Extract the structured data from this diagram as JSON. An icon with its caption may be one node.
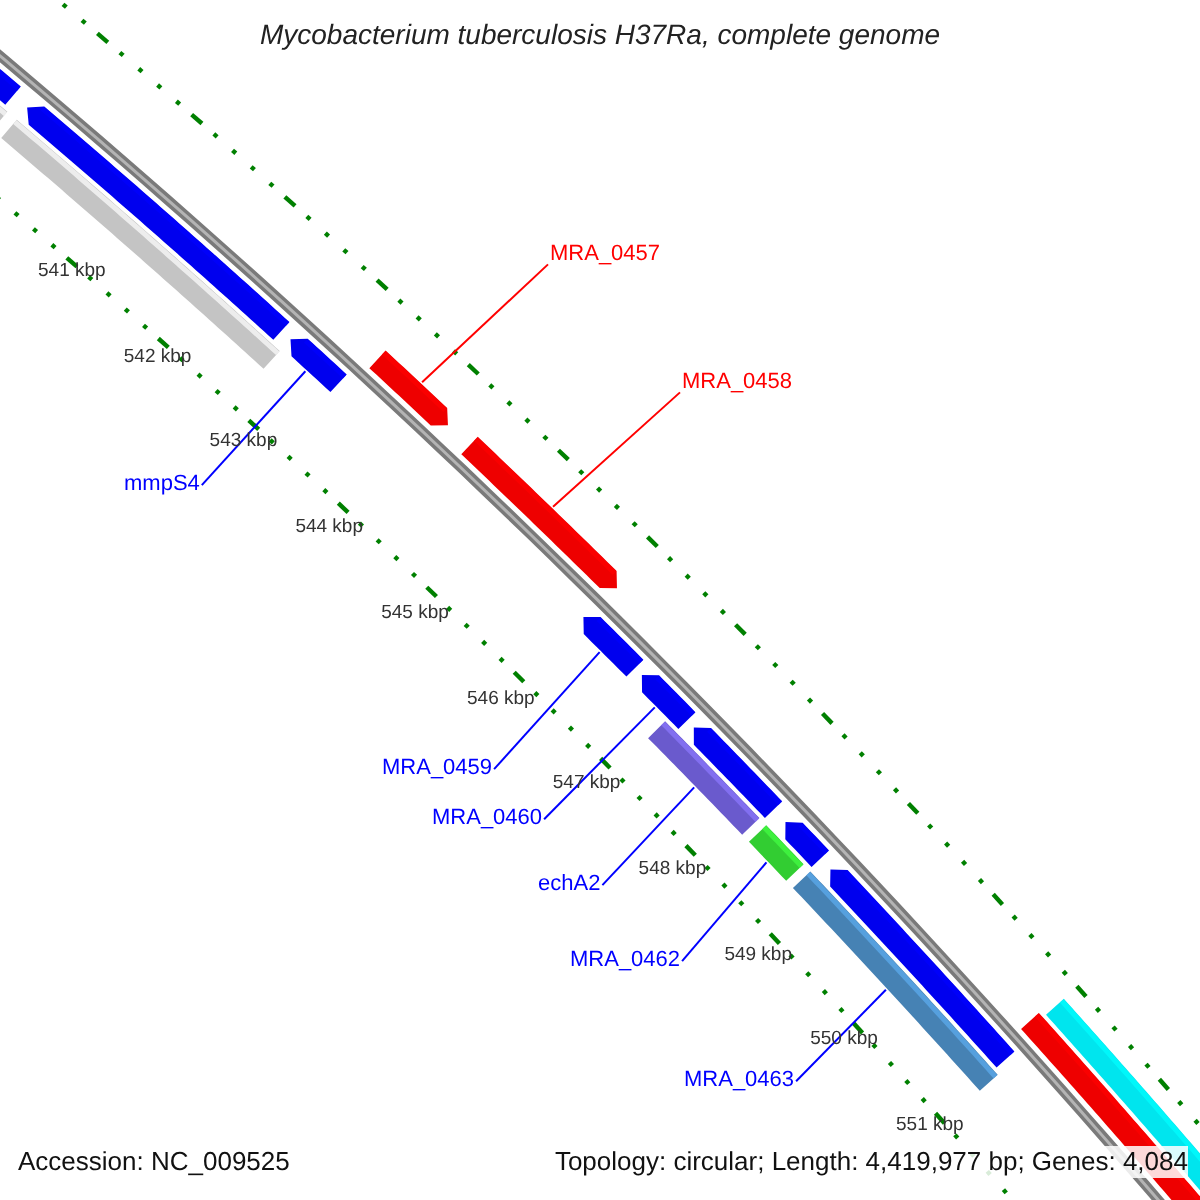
{
  "diagram": {
    "title": "Mycobacterium tuberculosis H37Ra, complete genome",
    "nodes": [
      {
        "text": [
          "MRA_0457"
        ]
      },
      {
        "text": [
          "MRA_0458"
        ]
      },
      {
        "text": [
          "mmpS4"
        ]
      },
      {
        "text": [
          "MRA_0459"
        ]
      },
      {
        "text": [
          "MRA_0460"
        ]
      },
      {
        "text": [
          "echA2"
        ]
      },
      {
        "text": [
          "MRA_0462"
        ]
      },
      {
        "text": [
          "MRA_0463"
        ]
      },
      {
        "text": [],
        "shape": "arrow"
      },
      {
        "text": [],
        "shape": "arrow"
      },
      {
        "text": [],
        "shape": "arrow"
      },
      {
        "text": [],
        "shape": "arrow"
      },
      {
        "text": [],
        "shape": "arrow"
      },
      {
        "text": [],
        "shape": "bar"
      },
      {
        "text": [],
        "shape": "bar"
      },
      {
        "text": [],
        "shape": "bar"
      }
    ],
    "edges": [
      {
        "from": 0,
        "to": 8,
        "arrow": "none",
        "color": "#ff0000"
      },
      {
        "from": 1,
        "to": 9,
        "arrow": "none",
        "color": "#ff0000"
      },
      {
        "from": 2,
        "to": 10,
        "arrow": "none"
      },
      {
        "from": 3,
        "to": 11,
        "arrow": "none"
      },
      {
        "from": 4,
        "to": 12,
        "arrow": "none"
      },
      {
        "from": 5,
        "to": 13,
        "arrow": "none"
      },
      {
        "from": 6,
        "to": 14,
        "arrow": "none"
      },
      {
        "from": 7,
        "to": 15,
        "arrow": "none"
      }
    ],
    "labels": [
      "541 kbp",
      "542 kbp",
      "543 kbp",
      "544 kbp",
      "545 kbp",
      "546 kbp",
      "547 kbp",
      "548 kbp",
      "549 kbp",
      "550 kbp",
      "551 kbp",
      "Accession: NC_009525",
      "Topology: circular; Length: 4,419,977 bp; Genes: 4,084"
    ]
  }
}
